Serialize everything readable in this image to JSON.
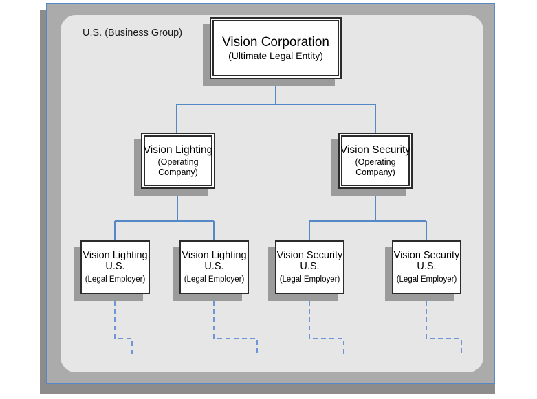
{
  "frame": {
    "group_label": "U.S. (Business Group)",
    "border_color": "#5588c7",
    "band_color": "#ababab",
    "panel_color": "#e6e6e6",
    "shadow_color": "#8c8c8c"
  },
  "connectors": {
    "solid_color": "#5588c7",
    "dashed_color": "#6f95d6"
  },
  "nodes": {
    "root": {
      "title": "Vision Corporation",
      "subtitle": "(Ultimate Legal Entity)"
    },
    "level2": [
      {
        "title": "Vision Lighting",
        "subtitle_line1": "(Operating",
        "subtitle_line2": "Company)"
      },
      {
        "title": "Vision Security",
        "subtitle_line1": "(Operating",
        "subtitle_line2": "Company)"
      }
    ],
    "level3": [
      {
        "title_line1": "Vision Lighting",
        "title_line2": "U.S.",
        "subtitle": "(Legal Employer)"
      },
      {
        "title_line1": "Vision Lighting",
        "title_line2": "U.S.",
        "subtitle": "(Legal Employer)"
      },
      {
        "title_line1": "Vision Security",
        "title_line2": "U.S.",
        "subtitle": "(Legal Employer)"
      },
      {
        "title_line1": "Vision Security",
        "title_line2": "U.S.",
        "subtitle": "(Legal Employer)"
      }
    ]
  }
}
